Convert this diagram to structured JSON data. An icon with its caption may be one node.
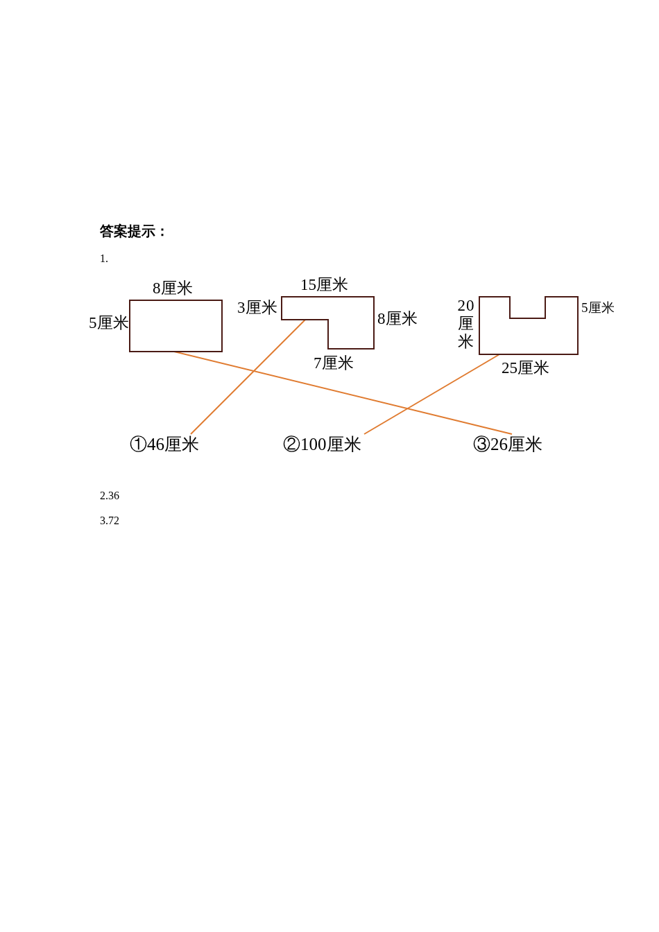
{
  "diagram": {
    "title": "答案提示：",
    "nodes": [
      {
        "text": [],
        "shape": "box",
        "beside": [
          "8厘米",
          "5厘米"
        ]
      },
      {
        "text": [],
        "shape": "box",
        "beside": [
          "15厘米",
          "3厘米",
          "8厘米",
          "7厘米"
        ]
      },
      {
        "text": [],
        "shape": "box",
        "beside": [
          "20厘米",
          "5厘米",
          "25厘米"
        ]
      },
      {
        "text": [
          "①46厘米"
        ]
      },
      {
        "text": [
          "②100厘米"
        ]
      },
      {
        "text": [
          "③26厘米"
        ]
      }
    ],
    "edges": [
      {
        "from": 0,
        "to": 5,
        "arrow": "none"
      },
      {
        "from": 1,
        "to": 3,
        "arrow": "none"
      },
      {
        "from": 2,
        "to": 4,
        "arrow": "none"
      }
    ],
    "labels": [
      "1.",
      "2.36",
      "3.72"
    ]
  }
}
